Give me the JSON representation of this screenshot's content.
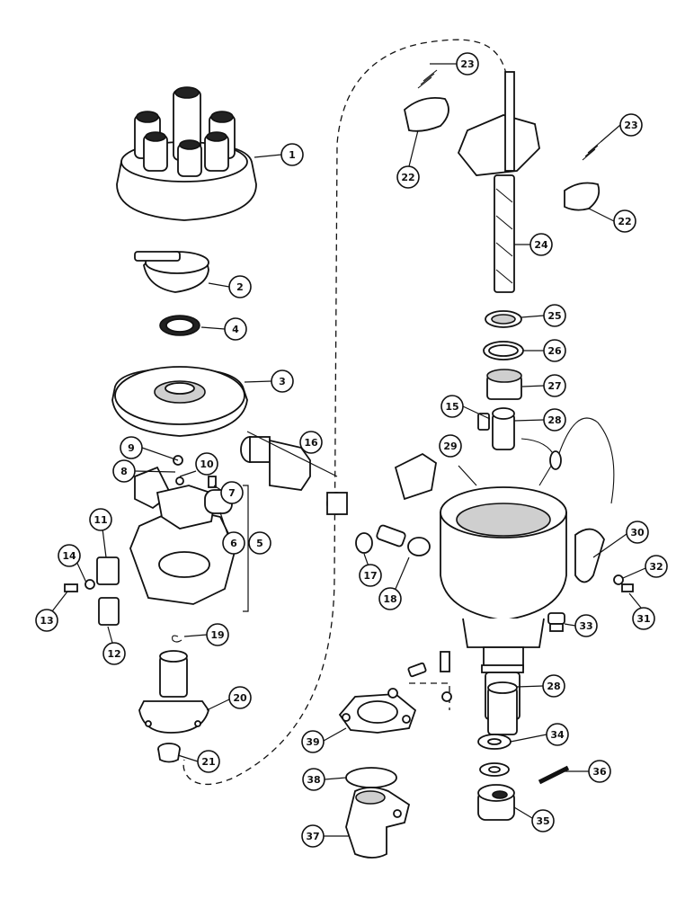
{
  "callouts": [
    {
      "id": "1",
      "label": "1"
    },
    {
      "id": "2",
      "label": "2"
    },
    {
      "id": "3",
      "label": "3"
    },
    {
      "id": "4",
      "label": "4"
    },
    {
      "id": "5",
      "label": "5"
    },
    {
      "id": "6",
      "label": "6"
    },
    {
      "id": "7",
      "label": "7"
    },
    {
      "id": "8",
      "label": "8"
    },
    {
      "id": "9",
      "label": "9"
    },
    {
      "id": "10",
      "label": "10"
    },
    {
      "id": "11",
      "label": "11"
    },
    {
      "id": "12",
      "label": "12"
    },
    {
      "id": "13",
      "label": "13"
    },
    {
      "id": "14",
      "label": "14"
    },
    {
      "id": "15",
      "label": "15"
    },
    {
      "id": "16",
      "label": "16"
    },
    {
      "id": "17",
      "label": "17"
    },
    {
      "id": "18",
      "label": "18"
    },
    {
      "id": "19",
      "label": "19"
    },
    {
      "id": "20",
      "label": "20"
    },
    {
      "id": "21",
      "label": "21"
    },
    {
      "id": "22a",
      "label": "22"
    },
    {
      "id": "22b",
      "label": "22"
    },
    {
      "id": "23a",
      "label": "23"
    },
    {
      "id": "23b",
      "label": "23"
    },
    {
      "id": "24",
      "label": "24"
    },
    {
      "id": "25",
      "label": "25"
    },
    {
      "id": "26",
      "label": "26"
    },
    {
      "id": "27",
      "label": "27"
    },
    {
      "id": "28a",
      "label": "28"
    },
    {
      "id": "28b",
      "label": "28"
    },
    {
      "id": "29",
      "label": "29"
    },
    {
      "id": "30",
      "label": "30"
    },
    {
      "id": "31",
      "label": "31"
    },
    {
      "id": "32",
      "label": "32"
    },
    {
      "id": "33",
      "label": "33"
    },
    {
      "id": "34",
      "label": "34"
    },
    {
      "id": "35",
      "label": "35"
    },
    {
      "id": "36",
      "label": "36"
    },
    {
      "id": "37",
      "label": "37"
    },
    {
      "id": "38",
      "label": "38"
    },
    {
      "id": "39",
      "label": "39"
    }
  ]
}
